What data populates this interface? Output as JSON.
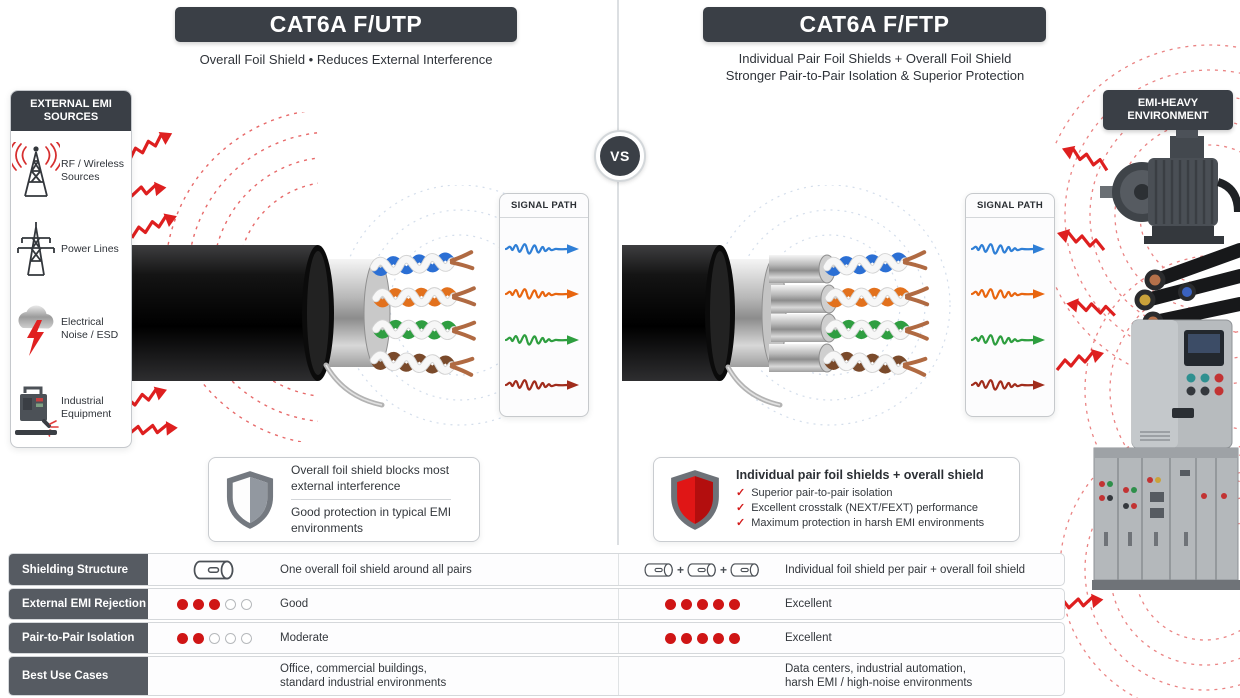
{
  "panels": {
    "left": {
      "title": "CAT6A F/UTP",
      "subtitle": "Overall Foil Shield  •  Reduces External Interference"
    },
    "right": {
      "title": "CAT6A F/FTP",
      "subtitle1": "Individual Pair Foil Shields + Overall Foil Shield",
      "subtitle2": "Stronger Pair-to-Pair Isolation & Superior Protection"
    }
  },
  "vs_label": "VS",
  "emi_sources_panel": {
    "title": "EXTERNAL EMI SOURCES",
    "items": [
      {
        "icon": "radio-tower-icon",
        "label": "RF / Wireless Sources"
      },
      {
        "icon": "power-lines-icon",
        "label": "Power Lines"
      },
      {
        "icon": "electrical-noise-icon",
        "label": "Electrical Noise / ESD"
      },
      {
        "icon": "industrial-equipment-icon",
        "label": "Industrial Equipment"
      }
    ]
  },
  "emi_environment_panel": {
    "title": "EMI-HEAVY ENVIRONMENT",
    "images": [
      "electric-motor",
      "industrial-power-cables",
      "vfd-drive-unit",
      "switchgear-cabinets"
    ]
  },
  "signal_path": {
    "title": "SIGNAL PATH"
  },
  "shield_note_left": {
    "line1": "Overall foil shield blocks most external interference",
    "line2": "Good protection in typical EMI environments"
  },
  "shield_note_right": {
    "title": "Individual pair foil shields + overall shield",
    "checks": [
      "Superior pair-to-pair isolation",
      "Excellent crosstalk (NEXT/FEXT) performance",
      "Maximum protection in harsh EMI environments"
    ]
  },
  "check_glyph": "✓",
  "table": {
    "dot_total": 5,
    "plus_sign": "+",
    "rows": [
      {
        "label": "Shielding Structure",
        "left_text": "One overall foil shield around all pairs",
        "right_text": "Individual foil shield per pair + overall foil shield"
      },
      {
        "label": "External EMI Rejection",
        "left_rating": 3,
        "left_text": "Good",
        "right_rating": 5,
        "right_text": "Excellent"
      },
      {
        "label": "Pair-to-Pair Isolation",
        "left_rating": 2,
        "left_text": "Moderate",
        "right_rating": 5,
        "right_text": "Excellent"
      },
      {
        "label": "Best Use Cases",
        "left_lines": [
          "Office, commercial buildings,",
          "standard industrial environments"
        ],
        "right_lines": [
          "Data centers, industrial automation,",
          "harsh EMI / high-noise environments"
        ]
      }
    ]
  },
  "colors": {
    "header_dark": "#3a3f46",
    "table_label_bg": "#565b62",
    "accent_red": "#d31b1b",
    "rating_dot_red": "#cf1515",
    "wave_blue": "#2f7fd6",
    "wave_orange": "#e8650f",
    "wave_green": "#2e9e3f",
    "wave_dark_red": "#a02c1c",
    "pair_blue": "#2b6fd4",
    "pair_orange": "#e2711d",
    "pair_green": "#2f9e41",
    "pair_brown": "#7a4a2b"
  }
}
